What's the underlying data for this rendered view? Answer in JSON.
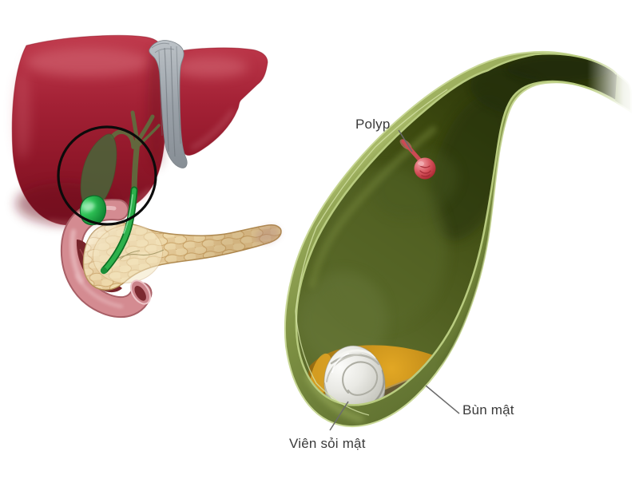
{
  "figure": {
    "type": "medical-illustration",
    "subject": "Gallbladder polyp, gallstone and bile sludge diagram",
    "labels": {
      "polyp": "Polyp",
      "bile_sludge": "Bùn mật",
      "gallstone": "Viên sỏi mật"
    },
    "colors": {
      "background": "#ffffff",
      "liver_red": "#a32135",
      "liver_dark_red": "#731020",
      "ligament_gray": "#9aa1a8",
      "bile_duct_green": "#2db14c",
      "gallbladder_fundus_green": "#2ec155",
      "duodenum_pink": "#d48b91",
      "pancreas_tan": "#e7cd9c",
      "gb_wall_olive": "#7c8f42",
      "gb_wall_edge_light": "#c9d897",
      "gb_cavity_dark_olive": "#3c490f",
      "polyp_red": "#d5525b",
      "gallstone_white": "#e9e9e4",
      "bile_sludge_amber": "#c08a18",
      "sediment_gray": "#4a483a",
      "annotation_circle_black": "#0b0b0b",
      "label_text": "#3a3a3a",
      "leader_line": "#6b6b6b"
    }
  }
}
